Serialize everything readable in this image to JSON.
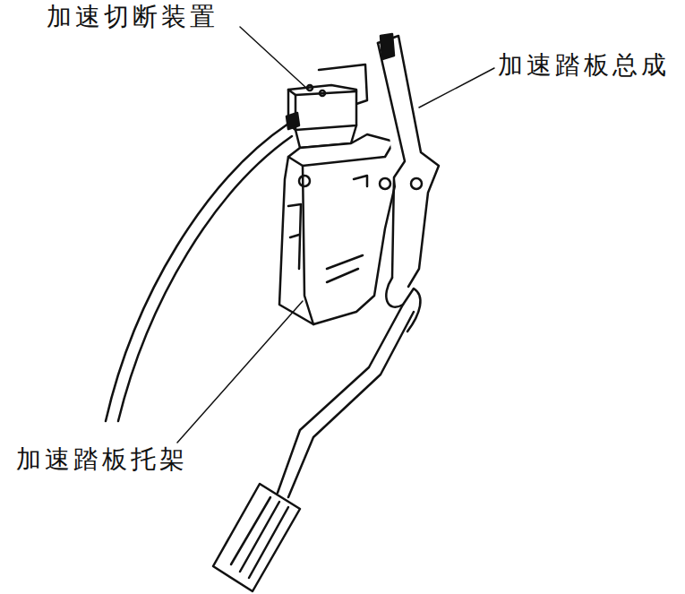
{
  "diagram": {
    "labels": [
      "加速切断装置",
      "加速踏板总成",
      "加速踏板托架"
    ]
  }
}
